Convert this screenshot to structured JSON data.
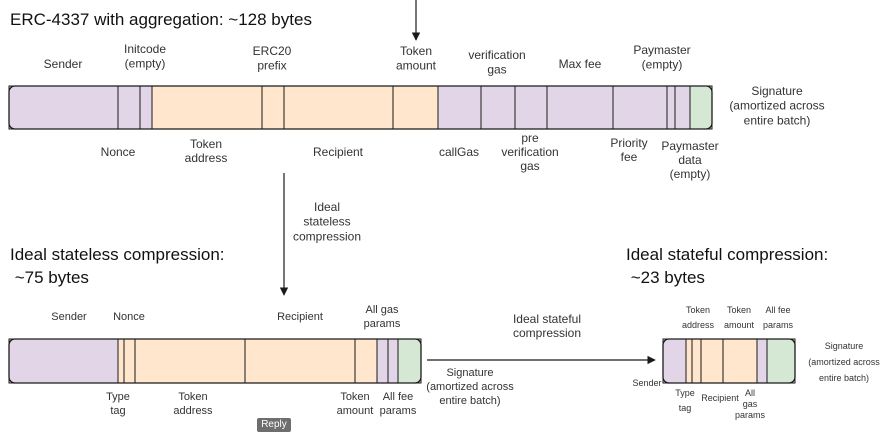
{
  "colors": {
    "purple": "#e1d5e7",
    "orange": "#ffe6cc",
    "green": "#d5e8d4",
    "stroke": "#1a1a1a",
    "text": "#333333"
  },
  "sections": [
    {
      "title": "ERC-4337 with aggregation: ~128 bytes",
      "labels_above": [
        "Sender",
        "Initcode\n(empty)",
        "ERC20\nprefix",
        "Token\namount",
        "verification\ngas",
        "Max fee",
        "Paymaster\n(empty)"
      ],
      "labels_below": [
        "Nonce",
        "Token\naddress",
        "Recipient",
        "callGas",
        "pre\nverification\ngas",
        "Priority\nfee",
        "Paymaster\ndata\n(empty)"
      ],
      "labels_side": [
        "Signature\n(amortized across\nentire batch)"
      ]
    },
    {
      "title": "Ideal stateless compression:\n ~75 bytes",
      "labels_above": [
        "Sender",
        "Nonce",
        "Recipient",
        "All gas\nparams"
      ],
      "labels_below": [
        "Type\ntag",
        "Token\naddress",
        "Token\namount",
        "All fee\nparams"
      ],
      "labels_side": [
        "Signature\n(amortized across\nentire batch)"
      ]
    },
    {
      "title": "Ideal stateful compression:\n ~23 bytes",
      "labels_above": [
        "Token\naddress",
        "Token\namount",
        "All fee\nparams"
      ],
      "labels_below": [
        "Sender",
        "Type\ntag",
        "Recipient",
        "All\ngas\nparams"
      ],
      "labels_side": [
        "Signature\n(amortized across\nentire batch)"
      ]
    }
  ],
  "arrows": [
    {
      "label": "Ideal\nstateless\ncompression"
    },
    {
      "label": "Ideal stateful\ncompression"
    }
  ],
  "reply_label": "Reply"
}
